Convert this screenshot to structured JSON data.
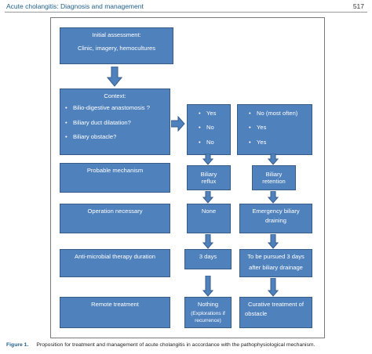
{
  "header": {
    "title": "Acute cholangitis: Diagnosis and management",
    "page_number": "517"
  },
  "flowchart": {
    "initial": {
      "title": "Initial assessment:",
      "detail": "Clinic, imagery, hemocultures"
    },
    "context": {
      "title": "Context:",
      "bullets": [
        "Bilio-digestive anastomosis ?",
        "Biliary duct dilatation?",
        "Biliary obstacle?"
      ]
    },
    "col_a_answers": [
      "Yes",
      "No",
      "No"
    ],
    "col_b_answers": [
      "No (most often)",
      "Yes",
      "Yes"
    ],
    "rows": [
      {
        "label": "Probable mechanism",
        "a": [
          "Biliary",
          "reflux"
        ],
        "b": [
          "Biliary",
          "retention"
        ]
      },
      {
        "label": "Operation necessary",
        "a": [
          "None"
        ],
        "b": [
          "Emergency biliary",
          "draining"
        ]
      },
      {
        "label": "Anti-microbial therapy duration",
        "a": [
          "3 days"
        ],
        "b": [
          "To be pursued 3 days",
          "after biliary drainage"
        ]
      },
      {
        "label": "Remote treatment",
        "a": [
          "Nothing"
        ],
        "a_note": [
          "(Explorations if",
          "recurrence)"
        ],
        "b": [
          "Curative treatment of",
          "obstacle"
        ]
      }
    ],
    "bullet_glyph": "•",
    "colors": {
      "box_fill": "#4f81bd",
      "box_border": "#385d8a",
      "arrow": "#4f81bd"
    }
  },
  "caption": {
    "label": "Figure 1.",
    "text": "Proposition for treatment and management of acute cholangitis in accordance with the pathophysiological mechanism."
  }
}
